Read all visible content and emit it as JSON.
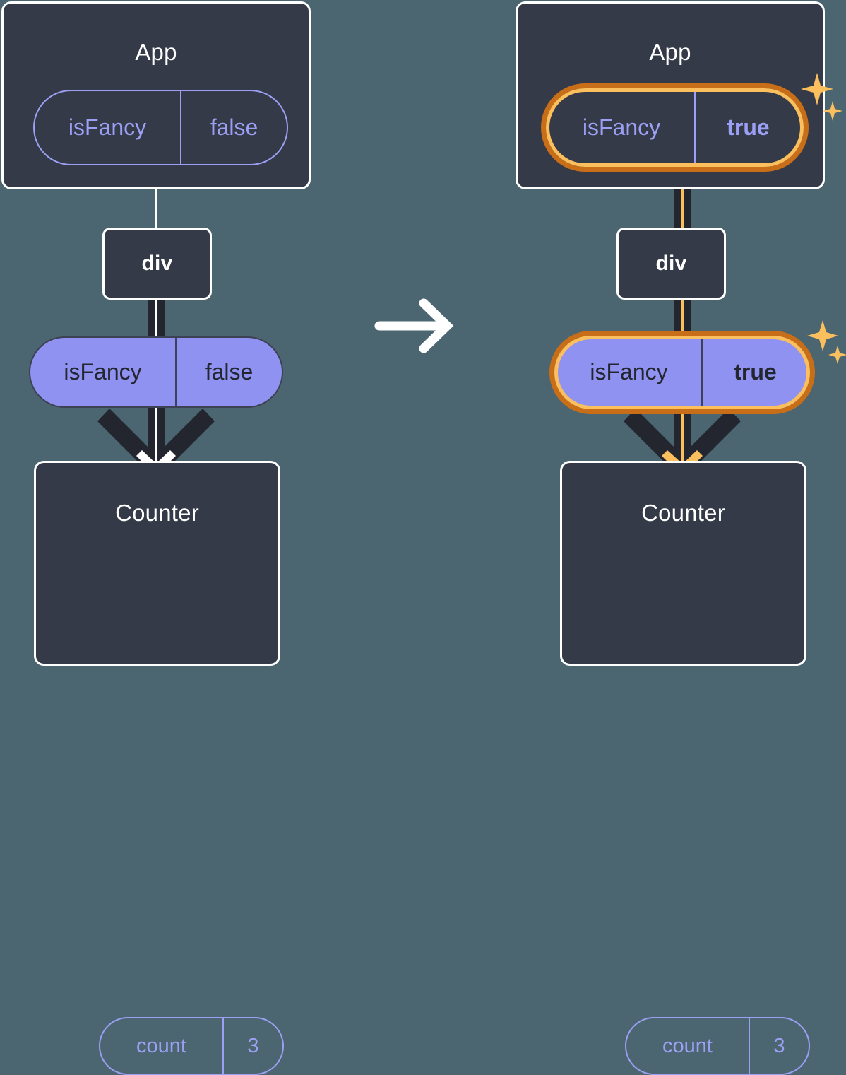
{
  "meta": {
    "title": "React state update propagation diagram",
    "background_color": "#4b6670",
    "box_color": "#343a47",
    "purple_pill_color": "#8f92f0",
    "outline_pill_color": "#9ca0f5",
    "highlight_outer_color": "#c86e18",
    "highlight_inner_color": "#fbbf5e",
    "wire_dark_color": "#23262f",
    "wire_white_color": "#ffffff"
  },
  "transition": {
    "icon": "arrow-right-icon",
    "label": "→"
  },
  "before": {
    "panel_name": "before-state",
    "app": {
      "title": "App",
      "pill": {
        "key": "isFancy",
        "value": "false",
        "style": "outline",
        "highlighted": false
      }
    },
    "div": {
      "title": "div"
    },
    "state_pill": {
      "key": "isFancy",
      "value": "false",
      "style": "solid",
      "highlighted": false
    },
    "counter": {
      "title": "Counter",
      "pill": {
        "key": "count",
        "value": "3",
        "style": "outline",
        "highlighted": false
      }
    }
  },
  "after": {
    "panel_name": "after-state",
    "app": {
      "title": "App",
      "pill": {
        "key": "isFancy",
        "value": "true",
        "style": "outline",
        "highlighted": true,
        "sparkle": "sparkle-icon"
      }
    },
    "div": {
      "title": "div"
    },
    "state_pill": {
      "key": "isFancy",
      "value": "true",
      "style": "solid",
      "highlighted": true,
      "sparkle": "sparkle-icon"
    },
    "counter": {
      "title": "Counter",
      "pill": {
        "key": "count",
        "value": "3",
        "style": "outline",
        "highlighted": false
      }
    }
  }
}
